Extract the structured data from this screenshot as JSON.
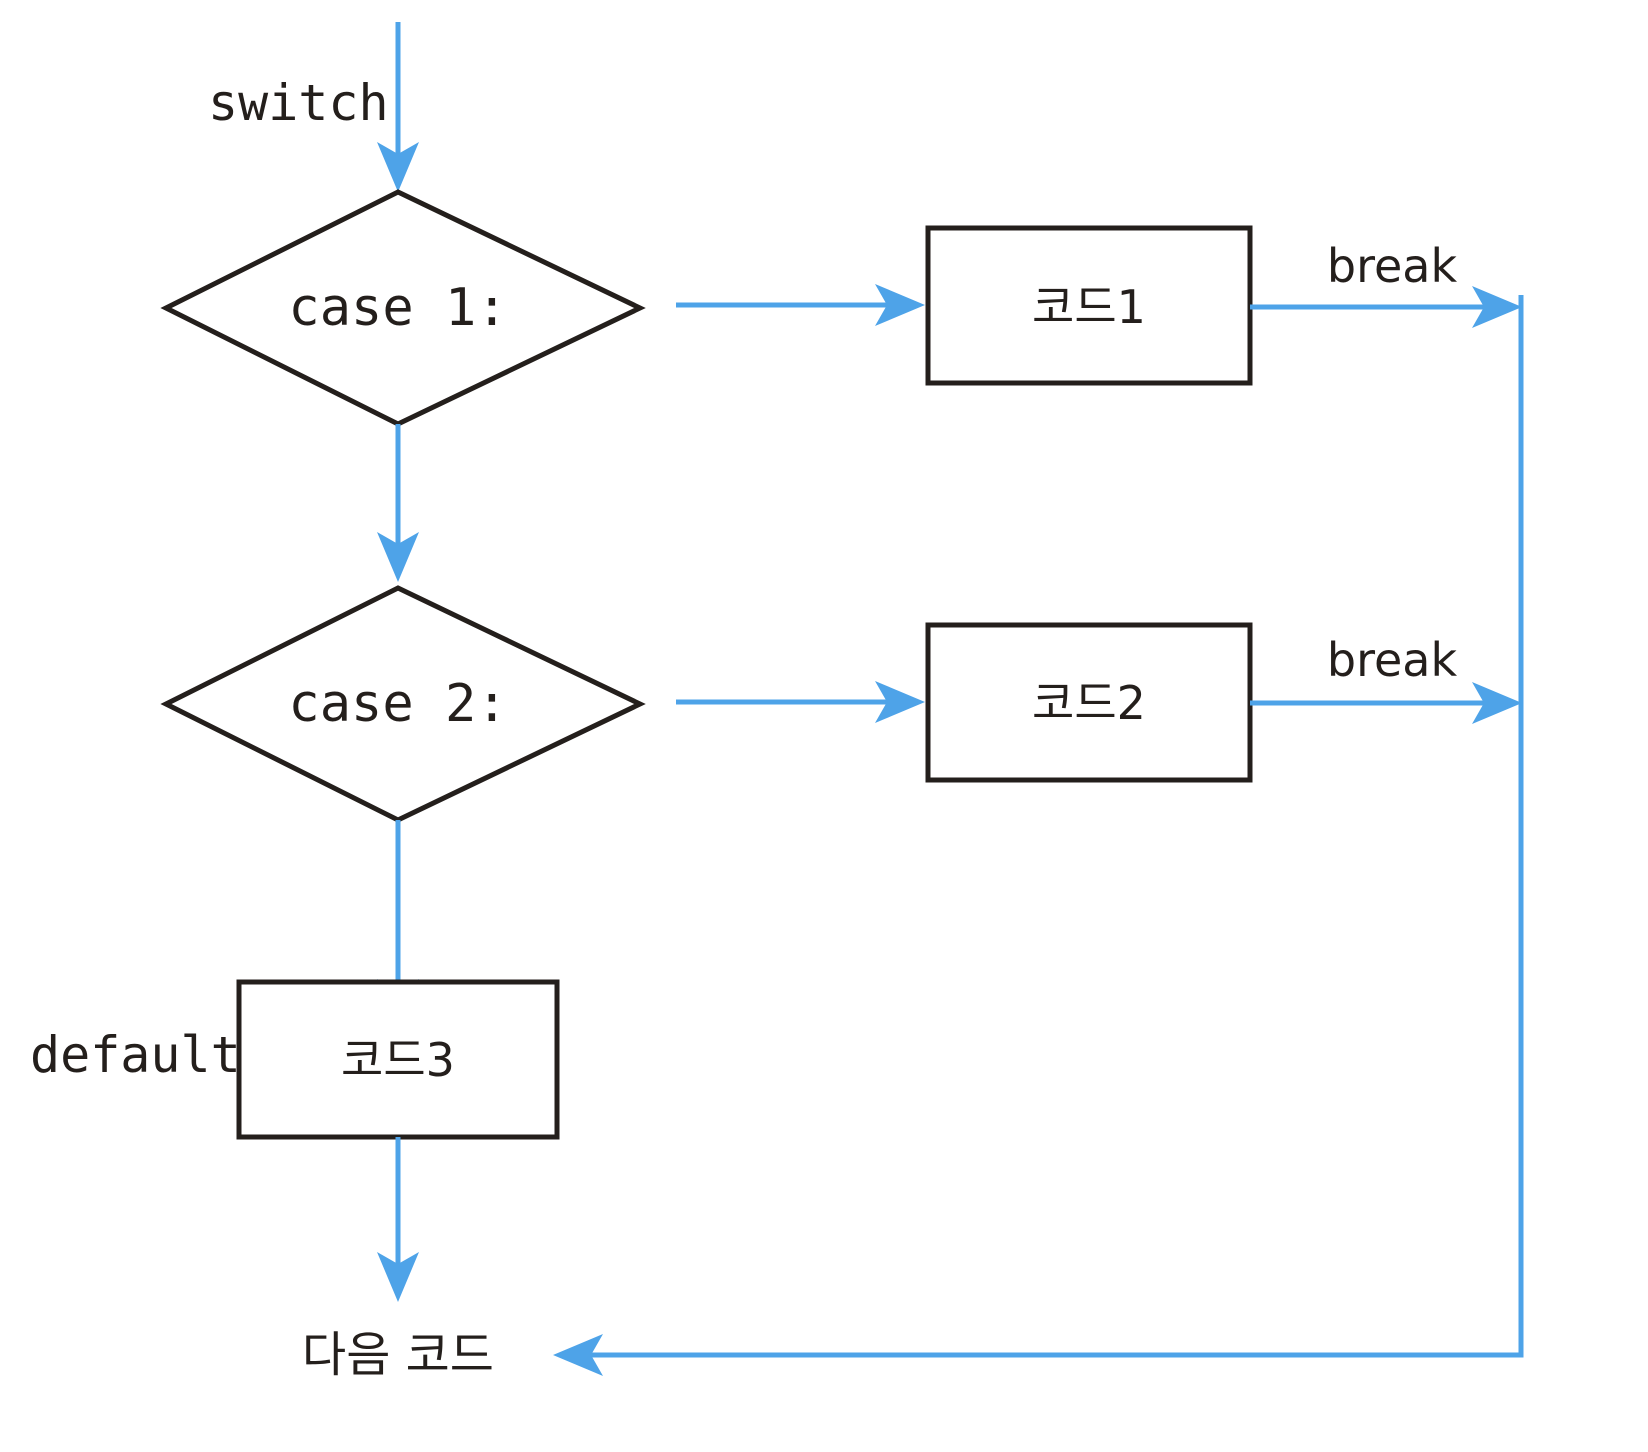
{
  "diagram": {
    "title": "switch statement flowchart",
    "background_color": "#ffffff",
    "line_color": "#4ea3e8",
    "shape_stroke_color": "#241f1c",
    "text_color": "#241f1c"
  },
  "labels": {
    "switch": "switch",
    "default": "default",
    "break_1": "break",
    "break_2": "break"
  },
  "nodes": {
    "case1": "case 1:",
    "case2": "case 2:",
    "code1": "코드1",
    "code2": "코드2",
    "code3": "코드3",
    "next_code": "다음 코드"
  },
  "chart_data": {
    "type": "flowchart",
    "title": "switch statement flowchart",
    "nodes": [
      {
        "id": "entry",
        "label": "switch",
        "shape": "edge-label"
      },
      {
        "id": "case1",
        "label": "case 1:",
        "shape": "diamond"
      },
      {
        "id": "code1",
        "label": "코드1",
        "shape": "rectangle"
      },
      {
        "id": "case2",
        "label": "case 2:",
        "shape": "diamond"
      },
      {
        "id": "code2",
        "label": "코드2",
        "shape": "rectangle"
      },
      {
        "id": "code3",
        "label": "코드3",
        "shape": "rectangle"
      },
      {
        "id": "next",
        "label": "다음 코드",
        "shape": "text"
      }
    ],
    "edges": [
      {
        "from": "entry",
        "to": "case1",
        "label": "switch",
        "direction": "down"
      },
      {
        "from": "case1",
        "to": "code1",
        "label": "",
        "direction": "right"
      },
      {
        "from": "code1",
        "to": "next",
        "label": "break",
        "direction": "right-down-left"
      },
      {
        "from": "case1",
        "to": "case2",
        "label": "",
        "direction": "down"
      },
      {
        "from": "case2",
        "to": "code2",
        "label": "",
        "direction": "right"
      },
      {
        "from": "code2",
        "to": "next",
        "label": "break",
        "direction": "right-down-left"
      },
      {
        "from": "case2",
        "to": "code3",
        "label": "default",
        "direction": "down"
      },
      {
        "from": "code3",
        "to": "next",
        "label": "",
        "direction": "down"
      }
    ]
  }
}
